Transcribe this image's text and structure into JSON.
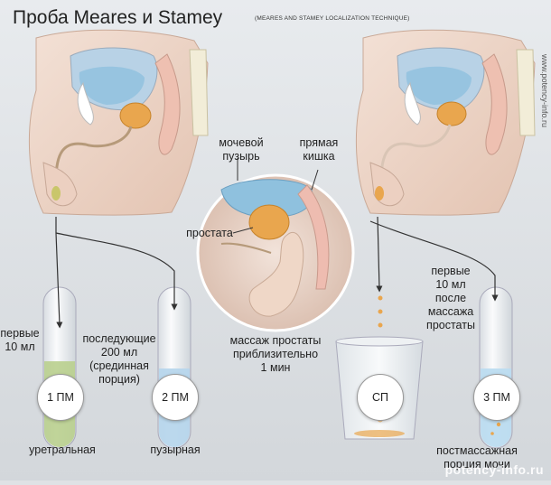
{
  "title": "Проба Meares и Stamey",
  "subtitle": "(MEARES AND STAMEY LOCALIZATION TECHNIQUE)",
  "labels": {
    "bladder_l1": "мочевой",
    "bladder_l2": "пузырь",
    "rectum_l1": "прямая",
    "rectum_l2": "кишка",
    "prostate": "простата",
    "massage_l1": "массаж простаты",
    "massage_l2": "приблизительно",
    "massage_l3": "1 мин"
  },
  "tubes": {
    "pm1": {
      "badge": "1 ПМ",
      "desc_l1": "первые",
      "desc_l2": "10 мл",
      "name": "уретральная",
      "color": "#b9cf8e"
    },
    "pm2": {
      "badge": "2 ПМ",
      "desc_l1": "последующие",
      "desc_l2": "200 мл",
      "desc_l3": "(срединная",
      "desc_l4": "порция)",
      "name": "пузырная",
      "color": "#b7d6ec"
    },
    "sp": {
      "badge": "СП"
    },
    "pm3": {
      "badge": "3 ПМ",
      "desc_l1": "первые",
      "desc_l2": "10 мл",
      "desc_l3": "после",
      "desc_l4": "массажа",
      "desc_l5": "простаты",
      "name_l1": "постмассажная",
      "name_l2": "порция мочи",
      "color": "#bcdcf0"
    }
  },
  "watermark": "potency-info.ru",
  "side_url": "www.potency-info.ru",
  "colors": {
    "skin": "#eed9cd",
    "bladder": "#8fc1de",
    "prostate": "#e9a64e",
    "bone": "#f2edd8"
  }
}
